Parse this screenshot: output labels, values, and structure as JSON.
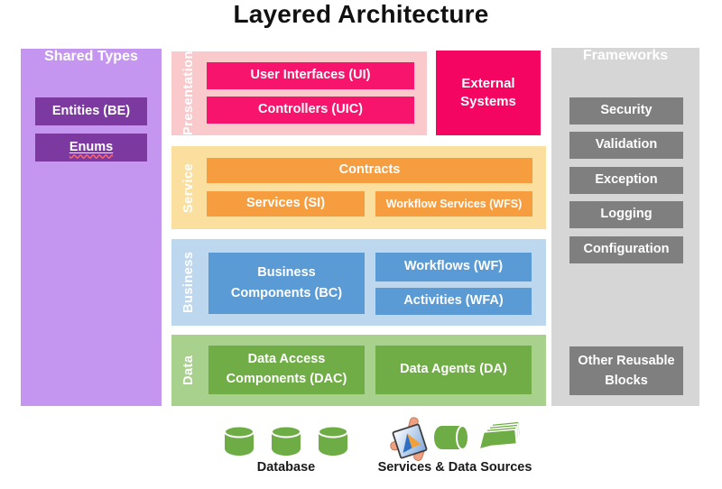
{
  "title": "Layered Architecture",
  "shared_types": {
    "header": "Shared Types",
    "items": [
      "Entities (BE)",
      "Enums"
    ]
  },
  "layers": {
    "presentation": {
      "label": "Presentation",
      "boxes": [
        "User Interfaces (UI)",
        "Controllers (UIC)"
      ]
    },
    "service": {
      "label": "Service",
      "contracts": "Contracts",
      "services": "Services (SI)",
      "workflow_services": "Workflow Services (WFS)"
    },
    "business": {
      "label": "Business",
      "components": "Business Components (BC)",
      "workflows": "Workflows (WF)",
      "activities": "Activities (WFA)"
    },
    "data": {
      "label": "Data",
      "access_components": "Data Access Components (DAC)",
      "agents": "Data Agents (DA)"
    }
  },
  "external_systems": {
    "label": "External Systems"
  },
  "frameworks": {
    "header": "Frameworks",
    "items": [
      "Security",
      "Validation",
      "Exception",
      "Logging",
      "Configuration"
    ],
    "other_block": "Other Reusable Blocks"
  },
  "footer": {
    "database_label": "Database",
    "services_label": "Services & Data Sources",
    "icons": [
      "database-cylinder-icon",
      "application-icon",
      "data-source-cylinder-icon",
      "documents-stack-icon"
    ]
  },
  "colors": {
    "shared_panel": "#C596F0",
    "shared_box": "#7C3AA0",
    "presentation_panel": "#F9C9CC",
    "presentation_box": "#F6146C",
    "external_box": "#F50562",
    "service_panel": "#FBDF9E",
    "service_box": "#F69D40",
    "business_panel": "#BDD7EE",
    "business_box": "#5B9BD5",
    "data_panel": "#A9D18E",
    "data_box": "#70AD47",
    "frameworks_panel": "#D6D6D6",
    "frameworks_box": "#7F7F7F",
    "icon_green": "#6EAD46"
  }
}
